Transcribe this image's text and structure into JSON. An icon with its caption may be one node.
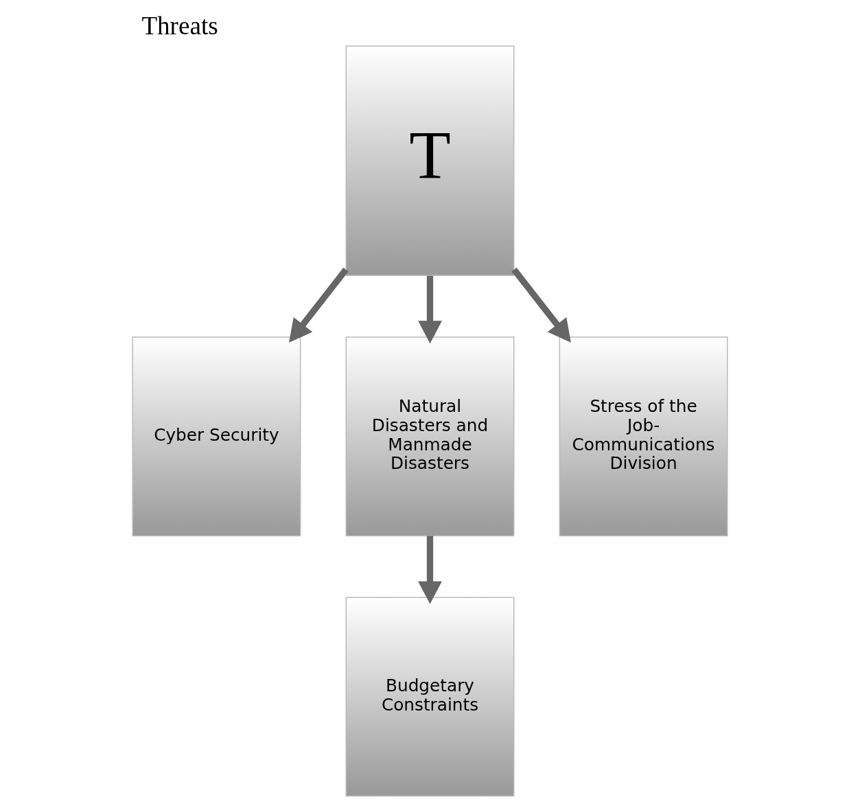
{
  "diagram": {
    "title": "Threats",
    "nodes": [
      {
        "text": [
          "T"
        ]
      },
      {
        "text": [
          "Cyber Security"
        ]
      },
      {
        "text": [
          "Natural Disasters and Manmade Disasters"
        ]
      },
      {
        "text": [
          "Stress of the Job- Communications Division"
        ]
      },
      {
        "text": [
          "Budgetary Constraints"
        ]
      }
    ],
    "edges": [
      {
        "from": 0,
        "to": 1,
        "arrow": "to"
      },
      {
        "from": 0,
        "to": 2,
        "arrow": "to"
      },
      {
        "from": 0,
        "to": 3,
        "arrow": "to"
      },
      {
        "from": 2,
        "to": 4,
        "arrow": "to"
      }
    ]
  }
}
